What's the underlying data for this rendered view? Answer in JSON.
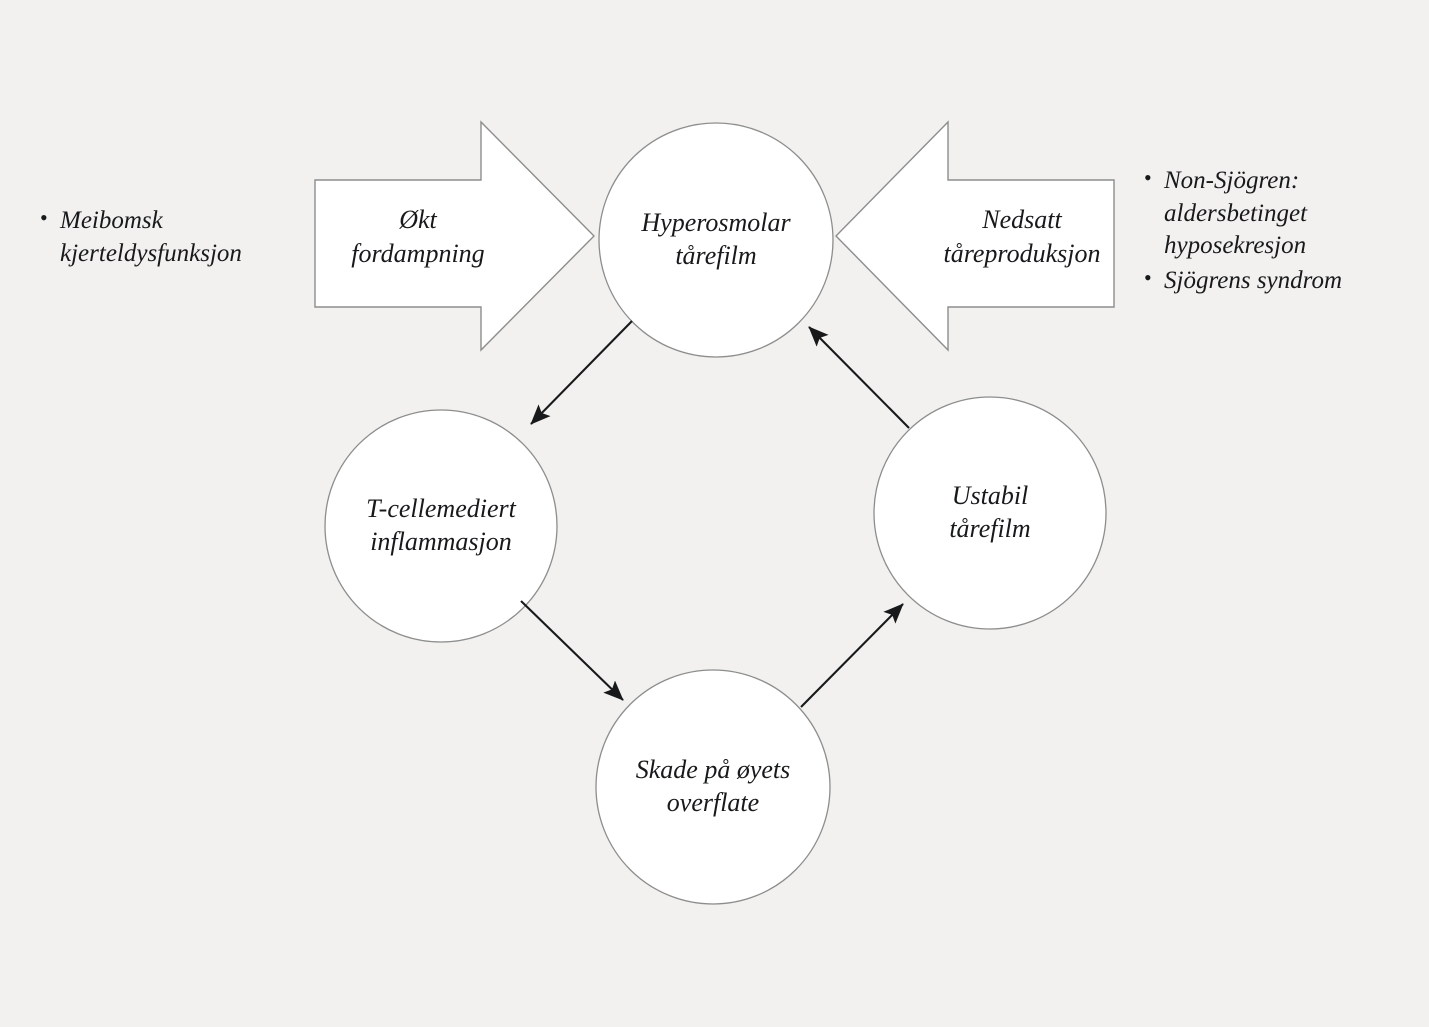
{
  "diagram": {
    "title": "Tørre øyne - vicious circle diagram",
    "background_color": "#f2f1ef",
    "shape_fill": "#ffffff",
    "shape_stroke": "#8d8d8d",
    "arrow_color": "#17191a",
    "text_color": "#17191a"
  },
  "nodes": {
    "top": {
      "label": "Hyperosmolar\ntårefilm"
    },
    "left": {
      "label": "T-cellemediert\ninflammasjon"
    },
    "right": {
      "label": "Ustabil\ntårefilm"
    },
    "bottom": {
      "label": "Skade på øyets\noverflate"
    }
  },
  "block_arrows": {
    "left": {
      "label": "Økt\nfordampning",
      "direction": "right"
    },
    "right": {
      "label": "Nedsatt\ntåreproduksjon",
      "direction": "left"
    }
  },
  "bullets": {
    "left": [
      "Meibomsk kjerteldysfunksjon"
    ],
    "right": [
      "Non-Sjögren: aldersbetinget hyposekresjon",
      "Sjögrens syndrom"
    ]
  },
  "connectors": [
    {
      "from": "top",
      "to": "left"
    },
    {
      "from": "left",
      "to": "bottom"
    },
    {
      "from": "bottom",
      "to": "right"
    },
    {
      "from": "right",
      "to": "top"
    }
  ]
}
